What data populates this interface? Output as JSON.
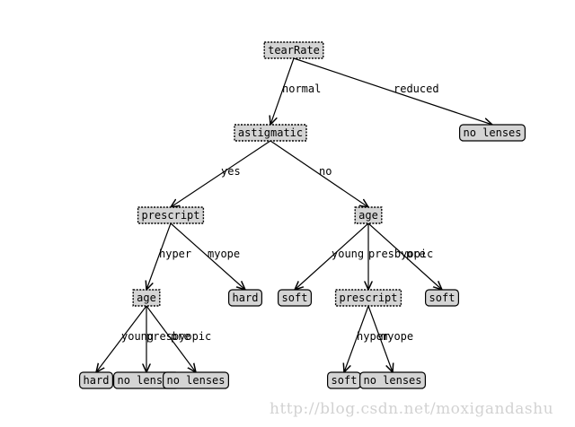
{
  "tree": {
    "nodes": {
      "tearRate": {
        "label": "tearRate",
        "kind": "decision"
      },
      "no_lenses_1": {
        "label": "no lenses",
        "kind": "leaf"
      },
      "astigmatic": {
        "label": "astigmatic",
        "kind": "decision"
      },
      "prescript_1": {
        "label": "prescript",
        "kind": "decision"
      },
      "age_1": {
        "label": "age",
        "kind": "decision"
      },
      "age_2": {
        "label": "age",
        "kind": "decision"
      },
      "hard_1": {
        "label": "hard",
        "kind": "leaf"
      },
      "soft_1": {
        "label": "soft",
        "kind": "leaf"
      },
      "prescript_2": {
        "label": "prescript",
        "kind": "decision"
      },
      "soft_2": {
        "label": "soft",
        "kind": "leaf"
      },
      "hard_2": {
        "label": "hard",
        "kind": "leaf"
      },
      "no_lenses_2": {
        "label": "no lenses",
        "kind": "leaf"
      },
      "no_lenses_3": {
        "label": "no lenses",
        "kind": "leaf"
      },
      "soft_3": {
        "label": "soft",
        "kind": "leaf"
      },
      "no_lenses_4": {
        "label": "no lenses",
        "kind": "leaf"
      }
    },
    "edges": [
      {
        "from": "tearRate",
        "to": "astigmatic",
        "label": "normal"
      },
      {
        "from": "tearRate",
        "to": "no_lenses_1",
        "label": "reduced"
      },
      {
        "from": "astigmatic",
        "to": "prescript_1",
        "label": "yes"
      },
      {
        "from": "astigmatic",
        "to": "age_2",
        "label": "no"
      },
      {
        "from": "prescript_1",
        "to": "age_1",
        "label": "hyper"
      },
      {
        "from": "prescript_1",
        "to": "hard_1",
        "label": "myope"
      },
      {
        "from": "age_2",
        "to": "soft_1",
        "label": "young"
      },
      {
        "from": "age_2",
        "to": "prescript_2",
        "label": "presbyopic"
      },
      {
        "from": "age_2",
        "to": "soft_2",
        "label": "pre"
      },
      {
        "from": "age_1",
        "to": "hard_2",
        "label": "young"
      },
      {
        "from": "age_1",
        "to": "no_lenses_2",
        "label": "presbyopic"
      },
      {
        "from": "age_1",
        "to": "no_lenses_3",
        "label": "pre"
      },
      {
        "from": "prescript_2",
        "to": "soft_3",
        "label": "hyper"
      },
      {
        "from": "prescript_2",
        "to": "no_lenses_4",
        "label": "myope"
      }
    ]
  },
  "watermark": "http://blog.csdn.net/moxigandashu"
}
